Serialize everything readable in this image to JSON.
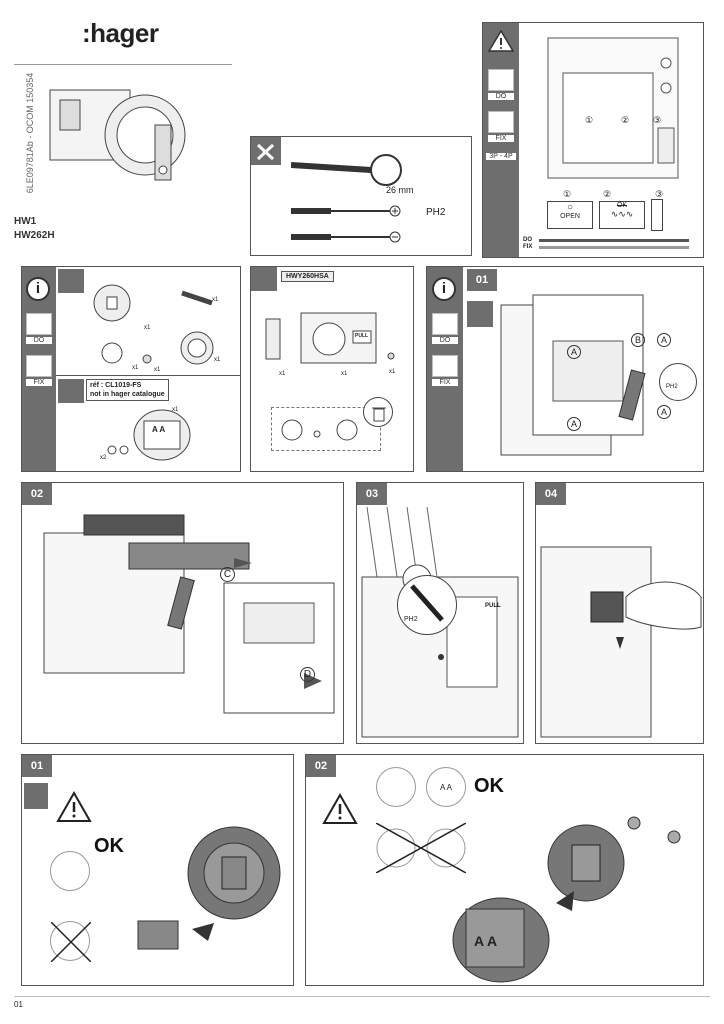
{
  "brand": {
    "logo": ":hager"
  },
  "document": {
    "reference": "6LE09781Ab - OCOM 150354",
    "page_number": "01"
  },
  "models": [
    "HW1",
    "HW262H"
  ],
  "tools": {
    "wrench_size": "26 mm",
    "screwdriver_1": "PH2"
  },
  "warning_panel": {
    "labels": [
      "DO",
      "FIX",
      "3P - 4P"
    ],
    "steps": [
      "①",
      "②",
      "③"
    ],
    "open_label": "OPEN",
    "ok_label": "OK",
    "legend": [
      "DO",
      "FIX"
    ]
  },
  "info_panel_1": {
    "labels": [
      "DO",
      "FIX"
    ],
    "ref_text_1": "réf : CL1019-FS",
    "ref_text_2": "not in hager catalogue",
    "qty": [
      "x1",
      "x1",
      "x1",
      "x1",
      "x1",
      "x1",
      "x2"
    ],
    "aa_label": "A A"
  },
  "kit_panel": {
    "kit_ref": "HWY260HSA",
    "qty": [
      "x1",
      "x1",
      "x1"
    ],
    "pull_label": "PULL"
  },
  "step_01": {
    "number": "01",
    "labels": [
      "DO",
      "FIX"
    ],
    "callouts": [
      "A",
      "A",
      "A",
      "A",
      "B"
    ],
    "ph2": "PH2"
  },
  "step_02": {
    "number": "02",
    "callouts": [
      "C",
      "D"
    ]
  },
  "step_03": {
    "number": "03",
    "ph2": "PH2",
    "pull_label": "PULL"
  },
  "step_04": {
    "number": "04"
  },
  "bottom_01": {
    "number": "01",
    "ok_label": "OK"
  },
  "bottom_02": {
    "number": "02",
    "ok_label": "OK",
    "aa_label": "A A"
  }
}
